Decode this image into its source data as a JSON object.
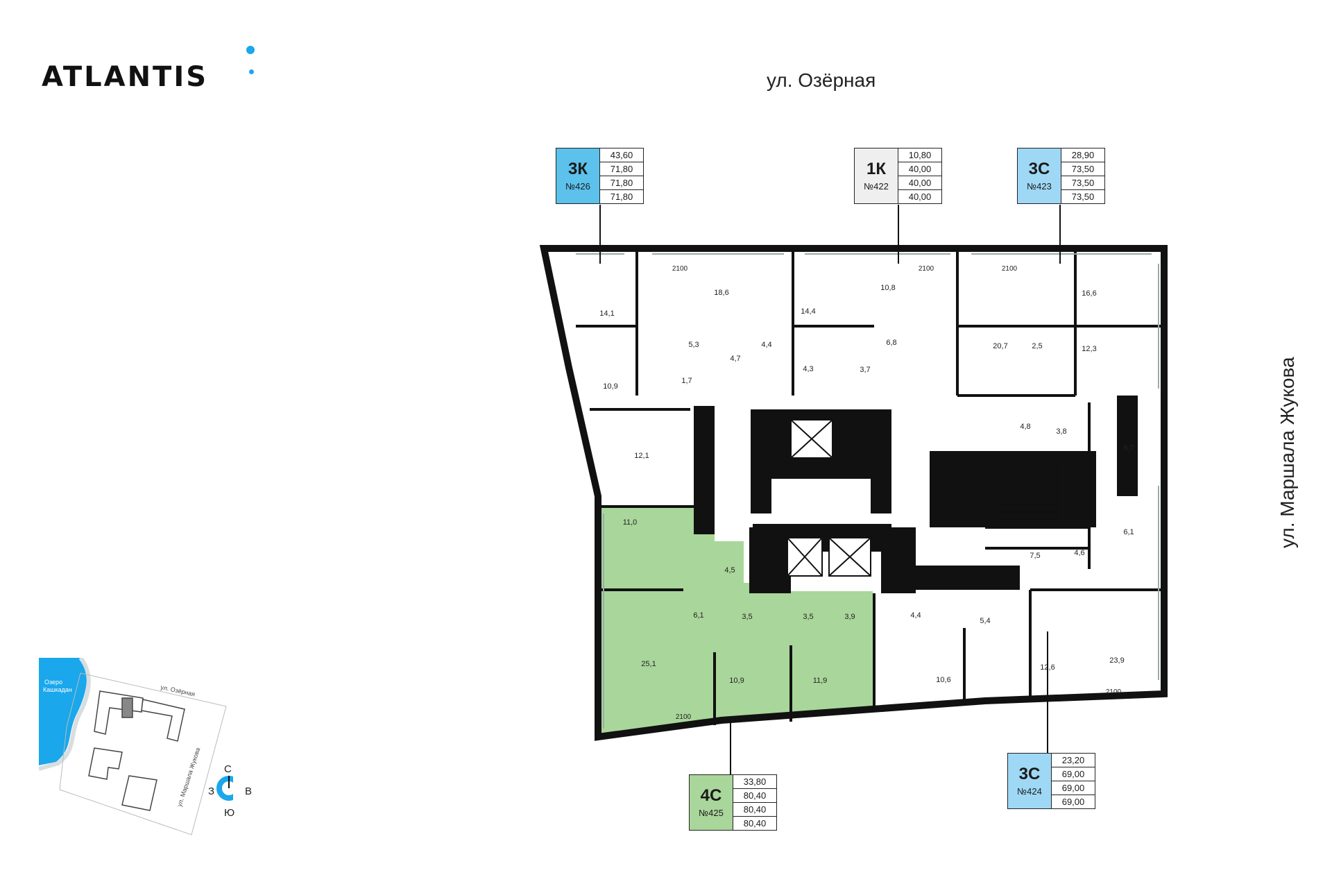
{
  "brand": {
    "name": "ATLANTIS",
    "accent": "#1aa7ec"
  },
  "streets": {
    "top": "ул. Озёрная",
    "right": "ул. Маршала Жукова"
  },
  "apartments": [
    {
      "type": "3К",
      "number": "№426",
      "areas": [
        "43,60",
        "71,80",
        "71,80",
        "71,80"
      ],
      "color": "#5cc1eb"
    },
    {
      "type": "1К",
      "number": "№422",
      "areas": [
        "10,80",
        "40,00",
        "40,00",
        "40,00"
      ],
      "color": "#efefef"
    },
    {
      "type": "3С",
      "number": "№423",
      "areas": [
        "28,90",
        "73,50",
        "73,50",
        "73,50"
      ],
      "color": "#9fd8f5"
    },
    {
      "type": "4С",
      "number": "№425",
      "areas": [
        "33,80",
        "80,40",
        "80,40",
        "80,40"
      ],
      "color": "#a9d69a"
    },
    {
      "type": "3С",
      "number": "№424",
      "areas": [
        "23,20",
        "69,00",
        "69,00",
        "69,00"
      ],
      "color": "#9fd8f5"
    }
  ],
  "room_areas": [
    "14,1",
    "18,6",
    "5,3",
    "4,7",
    "4,4",
    "10,9",
    "1,7",
    "12,1",
    "14,4",
    "10,8",
    "6,8",
    "4,3",
    "3,7",
    "20,7",
    "2,5",
    "16,6",
    "12,3",
    "4,8",
    "3,8",
    "6,7",
    "6,1",
    "11,0",
    "4,5",
    "6,1",
    "25,1",
    "3,5",
    "3,5",
    "3,9",
    "10,9",
    "11,9",
    "4,4",
    "5,4",
    "7,5",
    "4,6",
    "10,6",
    "12,6",
    "23,9"
  ],
  "ceiling_marks": [
    "2100",
    "2100",
    "2100",
    "2100",
    "2100"
  ],
  "minimap": {
    "lake": "Озеро\nКашкадан",
    "street_top": "ул. Озёрная",
    "street_side": "ул. Маршала Жукова",
    "compass": {
      "n": "С",
      "s": "Ю",
      "w": "З",
      "e": "В"
    }
  }
}
